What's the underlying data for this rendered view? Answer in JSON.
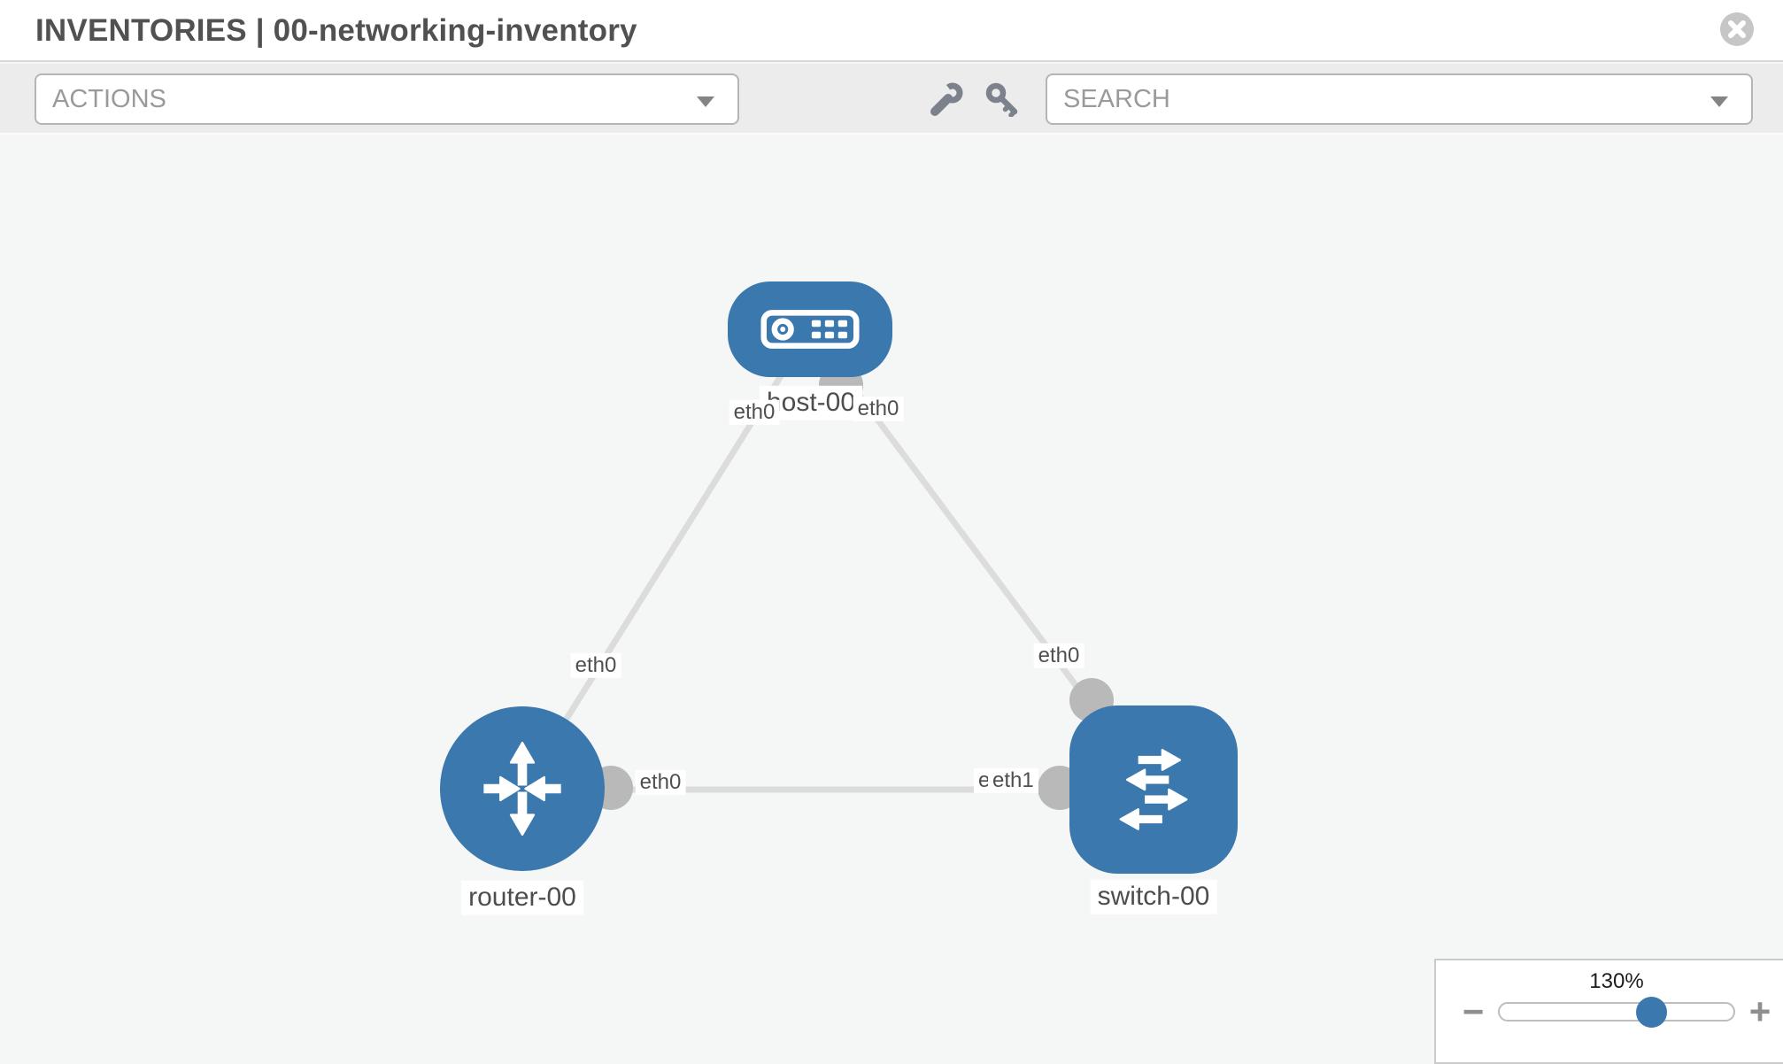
{
  "header": {
    "title": "INVENTORIES | 00-networking-inventory"
  },
  "toolbar": {
    "actions_placeholder": "ACTIONS",
    "search_placeholder": "SEARCH"
  },
  "topology": {
    "nodes": [
      {
        "id": "host-00",
        "type": "host",
        "label": "host-00"
      },
      {
        "id": "router-00",
        "type": "router",
        "label": "router-00"
      },
      {
        "id": "switch-00",
        "type": "switch",
        "label": "switch-00"
      }
    ],
    "links": [
      {
        "from": "host-00",
        "from_if": "eth0",
        "to": "router-00",
        "to_if": "eth0"
      },
      {
        "from": "host-00",
        "from_if": "eth0",
        "to": "switch-00",
        "to_if": "eth0"
      },
      {
        "from": "router-00",
        "from_if": "eth0",
        "to": "switch-00",
        "to_if": "eth1",
        "to_if_hidden_label": "eth0"
      }
    ]
  },
  "zoom_control": {
    "level": "130%",
    "minus_label": "−",
    "plus_label": "+"
  },
  "colors": {
    "node_blue": "#3a78ad",
    "interface_gray": "#b9b9b9",
    "link_gray": "#dcdcdc",
    "toolbar_gray": "#ececec",
    "canvas_gray": "#f5f6f6"
  }
}
